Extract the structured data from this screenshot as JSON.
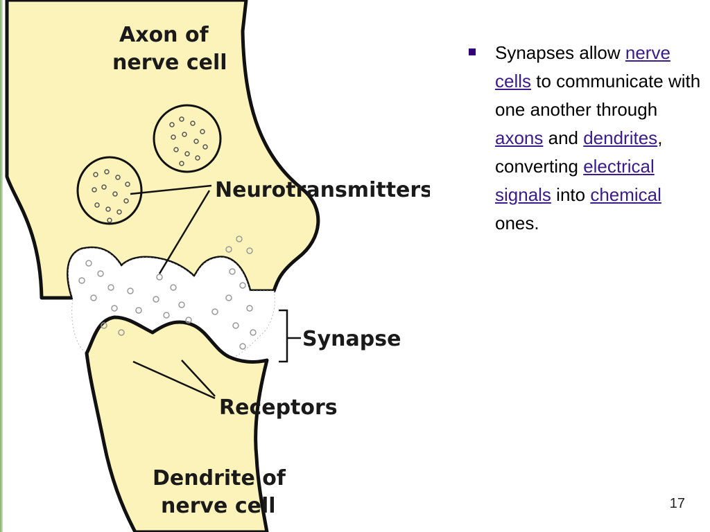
{
  "diagram": {
    "labels": {
      "axon_line1": "Axon of",
      "axon_line2": "nerve cell",
      "neurotransmitters": "Neurotransmitters",
      "synapse": "Synapse",
      "receptors": "Receptors",
      "dendrite_line1": "Dendrite of",
      "dendrite_line2": "nerve cell"
    },
    "colors": {
      "cell_fill": "#fbf3b9",
      "outline": "#111111"
    }
  },
  "bullet": {
    "t1": "Synapses allow ",
    "link_nerve_cells": "nerve cells",
    "t2": " to communicate with one another through ",
    "link_axons": "axons",
    "t3": " and ",
    "link_dendrites": "dendrites",
    "t4": ", converting ",
    "link_electrical_signals": "electrical signals",
    "t5": " into ",
    "link_chemical": "chemical",
    "t6": " ones."
  },
  "slide_number": "17"
}
